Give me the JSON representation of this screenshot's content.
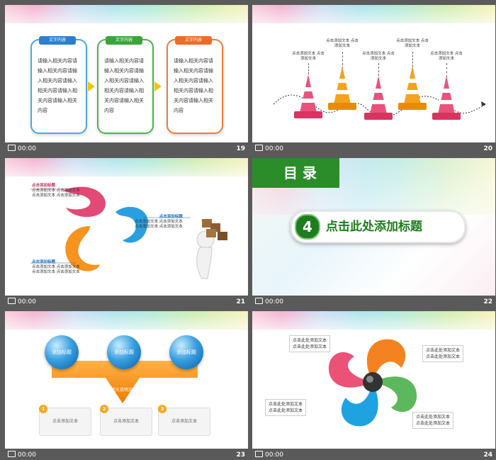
{
  "colors": {
    "green": "#2a8d2a",
    "orange": "#f7a21c",
    "pink": "#e9537b",
    "blue": "#3aa0e0"
  },
  "slides": [
    {
      "id": 19,
      "time": "00:00",
      "num": "19",
      "cards": [
        {
          "tag": "文字内容",
          "text": "请输入相关内容请输入相关内容请输入相关内容请输入相关内容请输入相关内容请输入相关内容"
        },
        {
          "tag": "文字内容",
          "text": "请输入相关内容请输入相关内容请输入相关内容请输入相关内容请输入相关内容请输入相关内容"
        },
        {
          "tag": "文字内容",
          "text": "请输入相关内容请输入相关内容请输入相关内容请输入相关内容请输入相关内容请输入相关内容"
        }
      ]
    },
    {
      "id": 20,
      "time": "00:00",
      "num": "20",
      "cone_label": "点击添加文本\n点击添加文本"
    },
    {
      "id": 21,
      "time": "00:00",
      "num": "21",
      "labels": [
        {
          "title": "点击添加标题",
          "lines": [
            "点击添加文本",
            "点击添加文本",
            "点击添加文本",
            "点击添加文本"
          ]
        },
        {
          "title": "点击添加标题",
          "lines": [
            "点击添加文本",
            "点击添加文本",
            "点击添加文本",
            "点击添加文本"
          ]
        },
        {
          "title": "点击添加标题",
          "lines": [
            "点击添加文本",
            "点击添加文本",
            "点击添加文本",
            "点击添加文本"
          ]
        }
      ]
    },
    {
      "id": 22,
      "time": "00:00",
      "num": "22",
      "mulu": "目 录",
      "number": "4",
      "title": "点击此处添加标题"
    },
    {
      "id": 23,
      "time": "00:00",
      "num": "23",
      "balls": [
        "添加标题",
        "添加标题",
        "添加标题"
      ],
      "arrow_text": "箭头说明文本",
      "boxes": [
        {
          "n": "1",
          "t": "点击添加文本"
        },
        {
          "n": "2",
          "t": "点击添加文本"
        },
        {
          "n": "3",
          "t": "点击添加文本"
        }
      ]
    },
    {
      "id": 24,
      "time": "00:00",
      "num": "24",
      "boxes": [
        {
          "l1": "点击此处添加文本",
          "l2": "点击此处添加文本"
        },
        {
          "l1": "点击此处添加文本",
          "l2": "点击此处添加文本"
        },
        {
          "l1": "点击此处添加文本",
          "l2": "点击此处添加文本"
        },
        {
          "l1": "点击此处添加文本",
          "l2": "点击此处添加文本"
        }
      ]
    }
  ]
}
